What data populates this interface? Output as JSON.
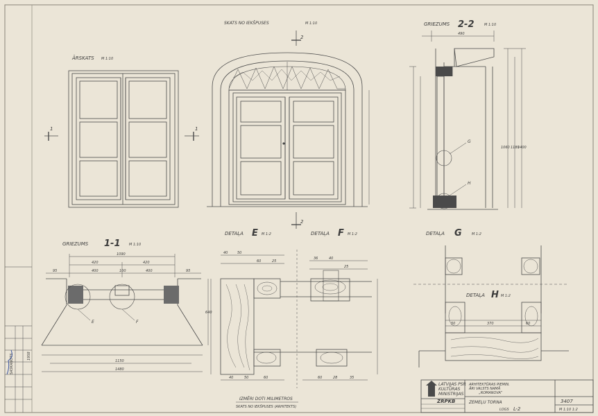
{
  "views": {
    "arskats": {
      "title": "ĀRSKATS",
      "scale": "M 1:10"
    },
    "skats": {
      "title": "SKATS NO IEKŠPUSES",
      "scale": "M 1:10"
    },
    "griez22": {
      "title": "GRIEZUMS",
      "num": "2-2",
      "scale": "M 1:10"
    },
    "griez11": {
      "title": "GRIEZUMS",
      "num": "1-1",
      "scale": "M 1:10"
    },
    "detE": {
      "title": "DETAĻA",
      "num": "E",
      "scale": "M 1:2"
    },
    "detF": {
      "title": "DETAĻA",
      "num": "F",
      "scale": "M 1:2"
    },
    "detG": {
      "title": "DETAĻA",
      "num": "G",
      "scale": "M 1:2"
    },
    "detH": {
      "title": "DETAĻA",
      "num": "H",
      "scale": "M 1:2"
    }
  },
  "section_marks": {
    "left": "1",
    "right": "1",
    "top": "2",
    "bottom": "2"
  },
  "callouts": {
    "e": "E",
    "f": "F",
    "g": "G",
    "h": "H"
  },
  "dims": {
    "g11": {
      "top_total": "1090",
      "top_left": "420",
      "top_right": "420",
      "row1": [
        "95",
        "400",
        "100",
        "400",
        "95"
      ],
      "bot_total": "1150",
      "bot_overall": "1480",
      "side": "640"
    },
    "g22": {
      "top": "490",
      "heights": [
        "1060",
        "1180",
        "1400"
      ]
    },
    "detail_e": [
      "40",
      "50",
      "60",
      "25",
      "40",
      "50",
      "60"
    ],
    "detail_f": [
      "36",
      "40",
      "25",
      "60",
      "28",
      "35"
    ],
    "detail_h": [
      "50",
      "370",
      "60"
    ]
  },
  "footer_note": {
    "line1": "IZMĒRI DOTI MILIMETROS",
    "line2": "SKATS NO IEKŠPUSES (ARHITEKTS)"
  },
  "titleblock": {
    "org": [
      "LATVIJAS PSR",
      "KULTŪRAS",
      "MINISTRIJAS"
    ],
    "org_code": "ZRPKB",
    "project": [
      "ARHITEKTŪRAS PIEMIN.",
      "ĀRI VALSTS NAMĀ",
      "„ROMANOVA”"
    ],
    "object": "ZEMEĻU TORNA",
    "sheet_label": "LOGS",
    "sheet_no": "L-2",
    "number": "3407",
    "scale": "M 1:10 1:2"
  },
  "side_stamp": {
    "label": "SASKAŅOTS",
    "date": "1958"
  }
}
